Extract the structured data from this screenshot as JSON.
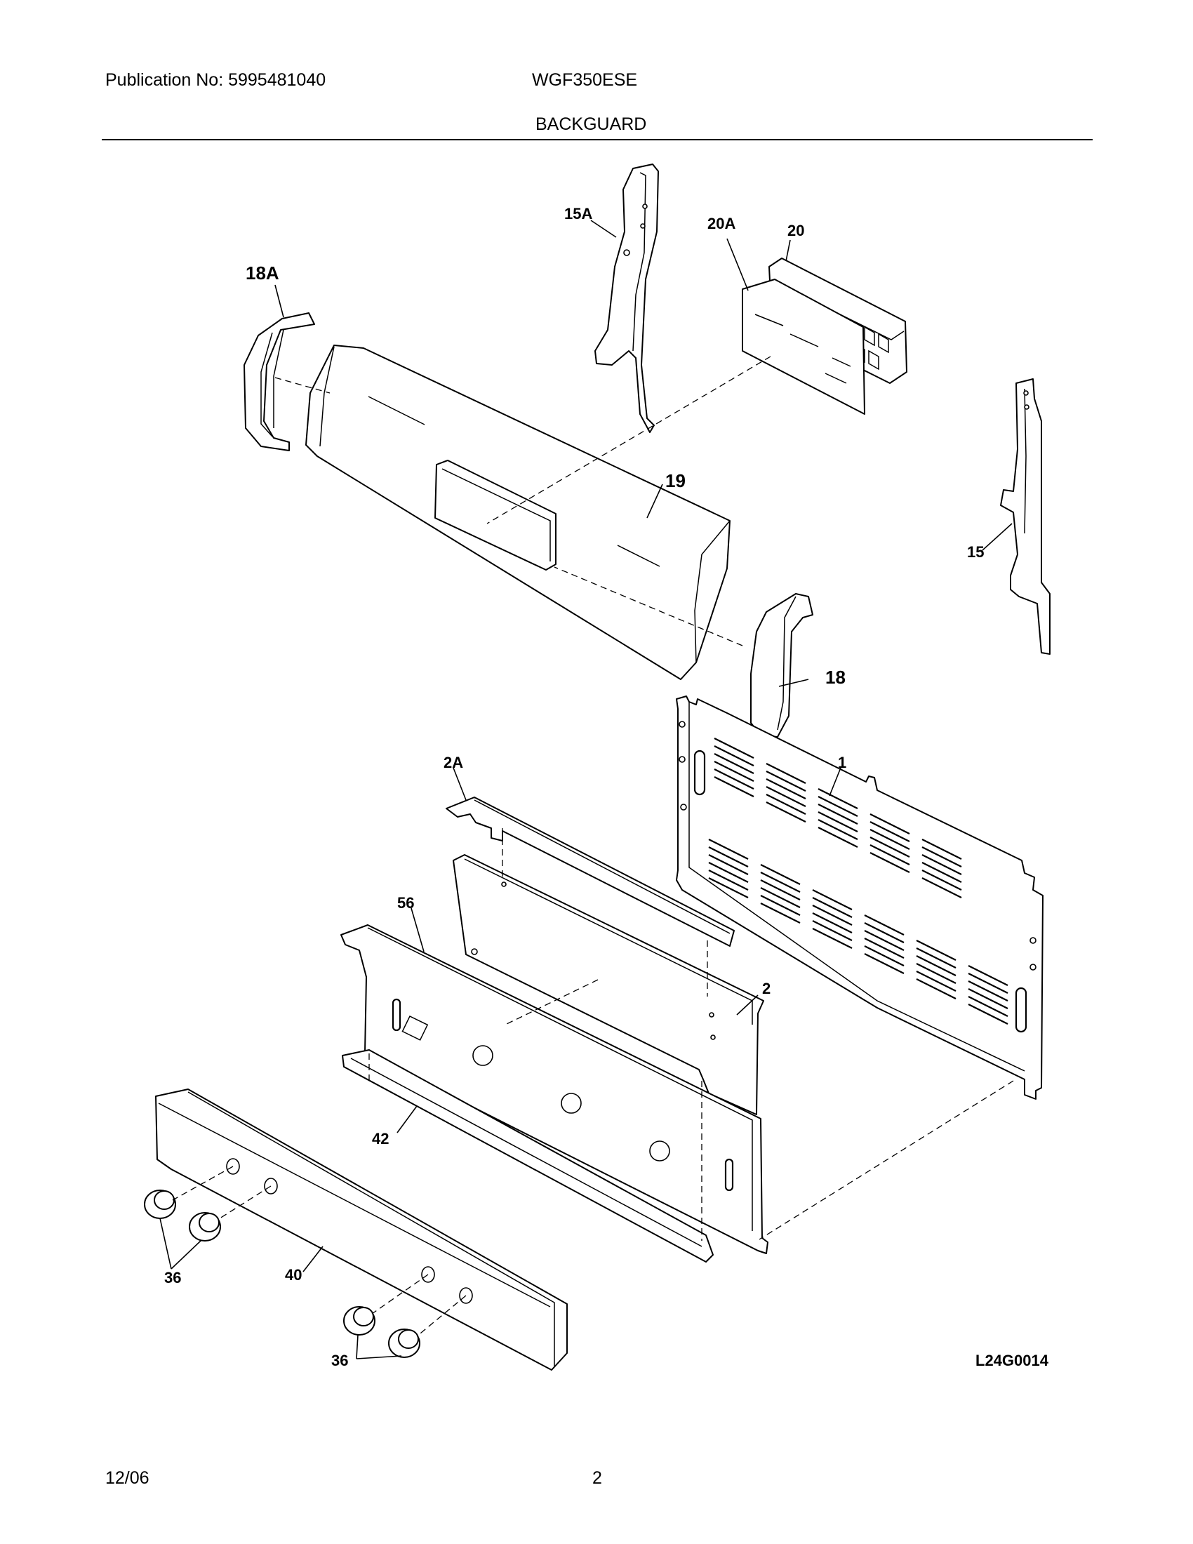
{
  "header": {
    "publication": "Publication No: 5995481040",
    "model": "WGF350ESE",
    "section_title": "BACKGUARD"
  },
  "diagram": {
    "drawing_code": "L24G0014",
    "callouts": {
      "p15A": "15A",
      "p18A": "18A",
      "p20": "20",
      "p20A": "20A",
      "p19": "19",
      "p15": "15",
      "p18": "18",
      "p2A": "2A",
      "p1": "1",
      "p56": "56",
      "p2": "2",
      "p42": "42",
      "p36a": "36",
      "p40": "40",
      "p36b": "36"
    }
  },
  "footer": {
    "date": "12/06",
    "page": "2"
  }
}
